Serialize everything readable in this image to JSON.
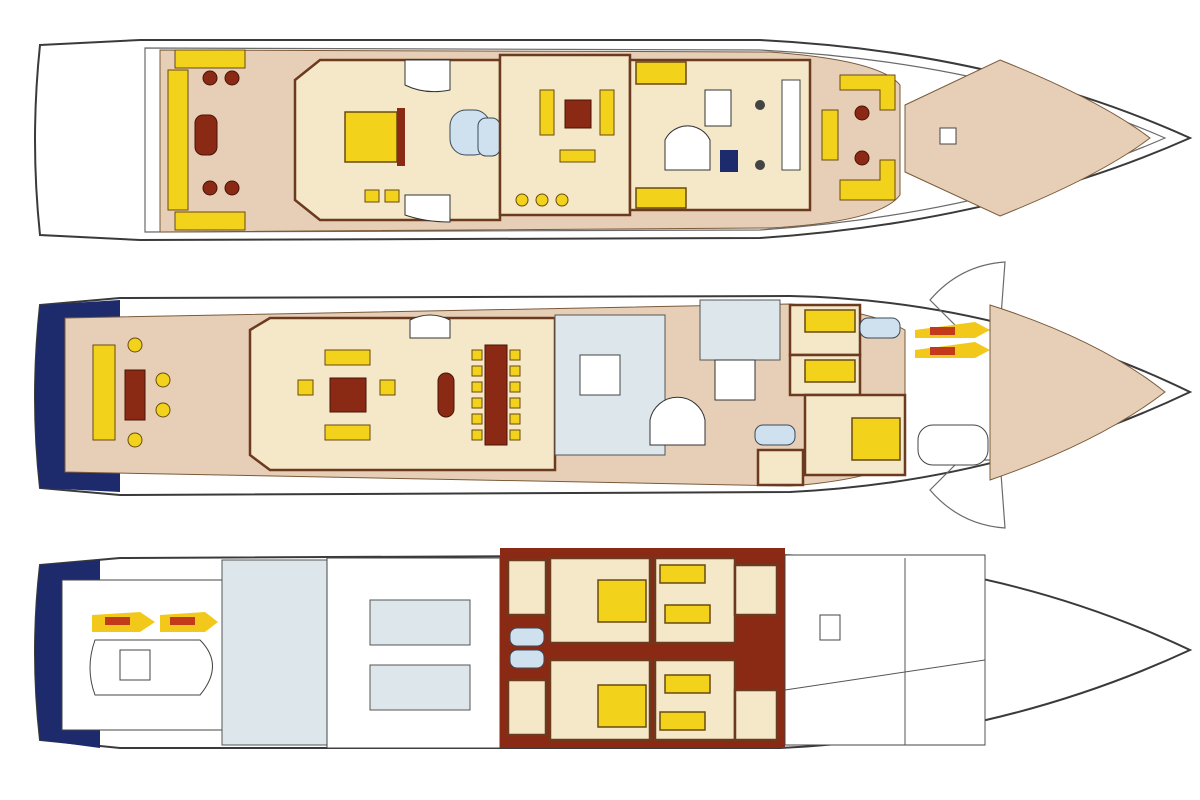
{
  "palette": {
    "deck": "#e6cfb6",
    "interior": "#f4e8c8",
    "walls": "#8b2a14",
    "furniture": "#f2d21b",
    "service": "#dde6ea",
    "accent_navy": "#1d2a6b"
  },
  "decks": [
    {
      "id": "upper"
    },
    {
      "id": "main"
    },
    {
      "id": "lower"
    }
  ]
}
